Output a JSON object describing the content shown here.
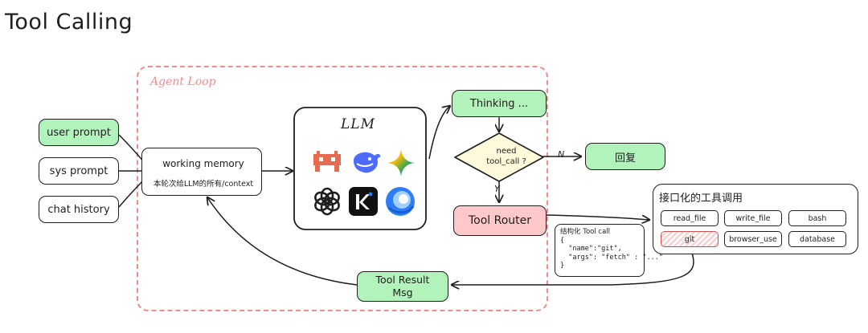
{
  "title": "Tool Calling",
  "agent_loop": {
    "label": "Agent Loop"
  },
  "inputs": {
    "user_prompt": "user prompt",
    "sys_prompt": "sys prompt",
    "chat_history": "chat history"
  },
  "working_memory": {
    "title": "working memory",
    "subtitle": "本轮次给LLM的所有/context"
  },
  "llm": {
    "title": "LLM",
    "logos": [
      "mistral-logo",
      "deepseek-logo",
      "gemini-logo",
      "openai-logo",
      "kimi-logo",
      "doubao-logo"
    ]
  },
  "thinking": "Thinking ...",
  "decision": {
    "line1": "need",
    "line2": "tool_call ?"
  },
  "edge_labels": {
    "no": "N",
    "yes": "Y"
  },
  "reply": "回复",
  "tool_router": "Tool Router",
  "structured_call": {
    "title": "结构化 Tool call",
    "lines": [
      "{",
      "  \"name\":\"git\",",
      "  \"args\": \"fetch\" : \"...\"",
      "}"
    ]
  },
  "tools": {
    "title": "接口化的工具调用",
    "items": [
      "read_file",
      "write_file",
      "bash",
      "git",
      "browser_use",
      "database"
    ],
    "highlighted": "git"
  },
  "tool_result": {
    "line1": "Tool Result",
    "line2": "Msg"
  },
  "colors": {
    "green": "#b2f2bb",
    "pink": "#ffc9c9",
    "yellow": "#fff9db",
    "loop_border": "#f08c8c",
    "stroke": "#1e1e1e"
  }
}
